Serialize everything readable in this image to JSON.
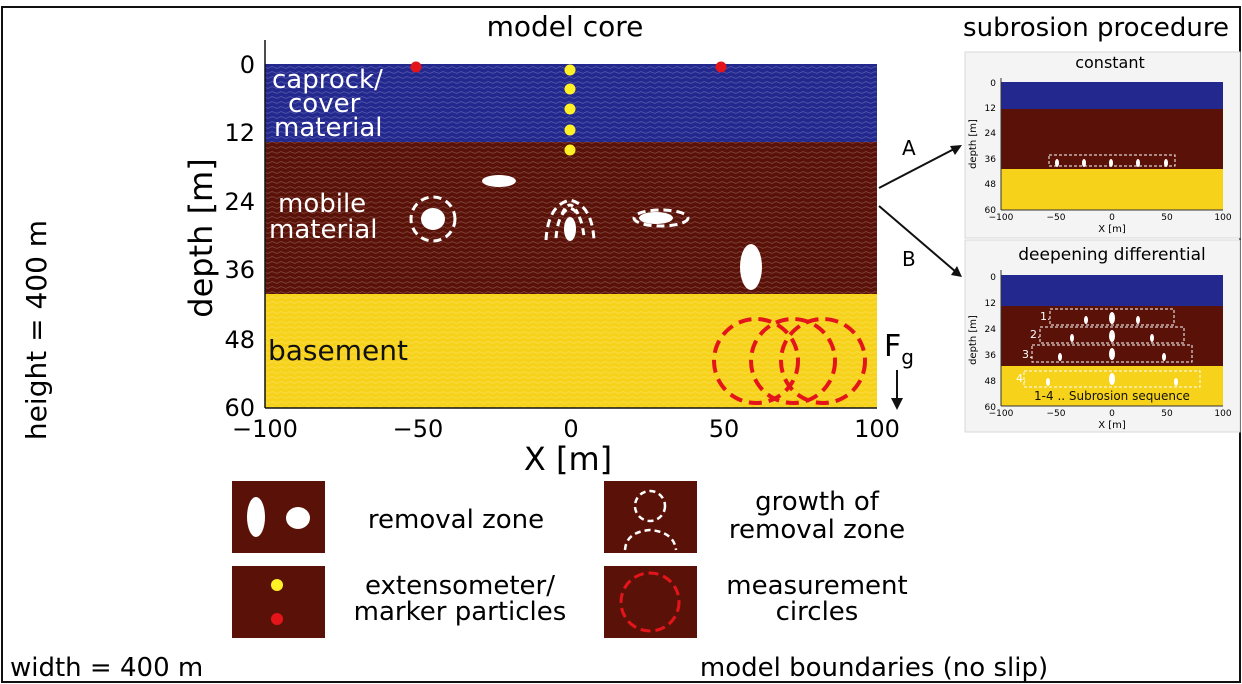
{
  "outer": {
    "height_label": "height = 400 m",
    "width_label": "width = 400 m",
    "boundaries_label": "model boundaries (no slip)"
  },
  "core": {
    "title": "model core",
    "xlabel": "X [m]",
    "ylabel": "depth [m]",
    "xticks": [
      "−100",
      "−50",
      "0",
      "50",
      "100"
    ],
    "yticks": [
      "0",
      "12",
      "24",
      "36",
      "48",
      "60"
    ],
    "layer_labels": {
      "caprock": [
        "caprock/",
        "cover",
        "material"
      ],
      "mobile": [
        "mobile",
        "material"
      ],
      "basement": "basement"
    },
    "gravity_label": "F",
    "gravity_sub": "g",
    "layer_colors": {
      "caprock": "#23288f",
      "mobile": "#5a1208",
      "basement": "#f7d21a"
    }
  },
  "right": {
    "title": "subrosion procedure",
    "arrow_a": "A",
    "arrow_b": "B",
    "inset_a": {
      "title": "constant",
      "ylabel": "depth [m]",
      "xlabel": "X [m]",
      "yticks": [
        "0",
        "12",
        "24",
        "36",
        "48",
        "60"
      ],
      "xticks": [
        "−100",
        "−50",
        "0",
        "50",
        "100"
      ]
    },
    "inset_b": {
      "title": "deepening differential",
      "ylabel": "depth [m]",
      "xlabel": "X [m]",
      "yticks": [
        "0",
        "12",
        "24",
        "36",
        "48",
        "60"
      ],
      "xticks": [
        "−100",
        "−50",
        "0",
        "50",
        "100"
      ],
      "steps": [
        "1.",
        "2.",
        "3.",
        "4."
      ],
      "sequence_label": "1-4 .. Subrosion sequence"
    }
  },
  "legend": {
    "removal_zone": "removal zone",
    "growth": [
      "growth of",
      "removal zone"
    ],
    "markers": [
      "extensometer/",
      "marker particles"
    ],
    "circles": [
      "measurement",
      "circles"
    ]
  }
}
